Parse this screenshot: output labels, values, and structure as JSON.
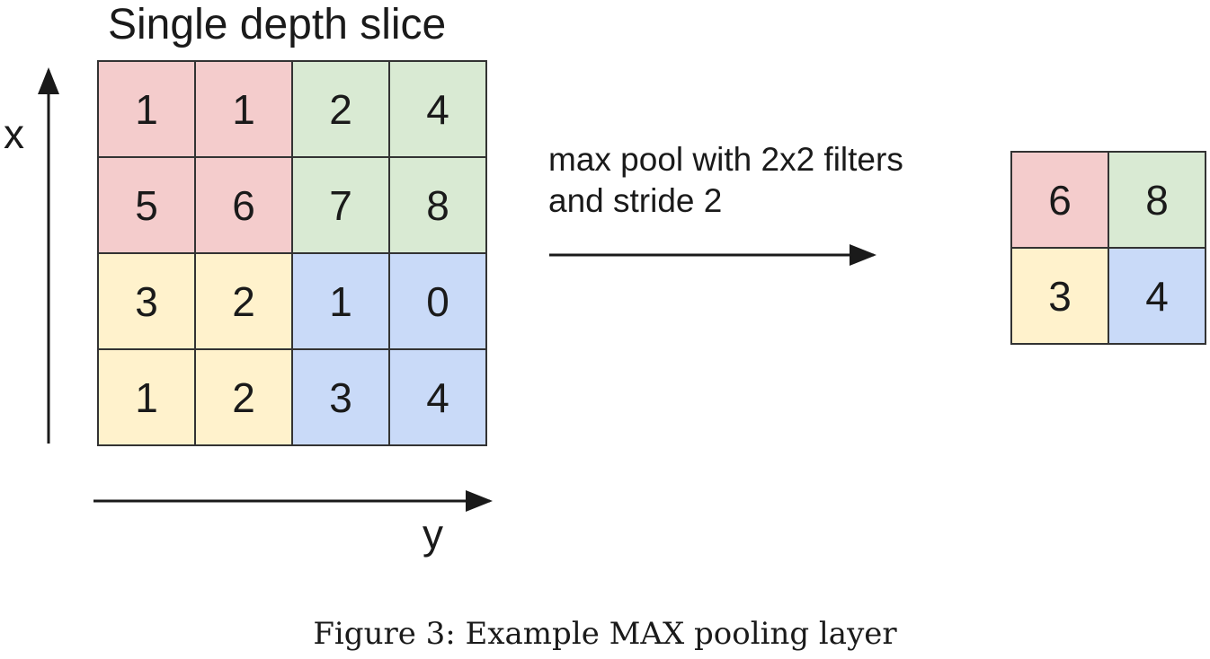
{
  "title": "Single depth slice",
  "axes": {
    "vertical": "x",
    "horizontal": "y"
  },
  "input_grid": [
    [
      "1",
      "1",
      "2",
      "4"
    ],
    [
      "5",
      "6",
      "7",
      "8"
    ],
    [
      "3",
      "2",
      "1",
      "0"
    ],
    [
      "1",
      "2",
      "3",
      "4"
    ]
  ],
  "operation": {
    "line1": "max pool with 2x2 filters",
    "line2": "and stride 2"
  },
  "output_grid": [
    [
      "6",
      "8"
    ],
    [
      "3",
      "4"
    ]
  ],
  "quadrant_colors": {
    "top_left": "#f4cccc",
    "top_right": "#d9ead3",
    "bottom_left": "#fff2cc",
    "bottom_right": "#c9daf8"
  },
  "caption": "Figure 3: Example MAX pooling layer"
}
